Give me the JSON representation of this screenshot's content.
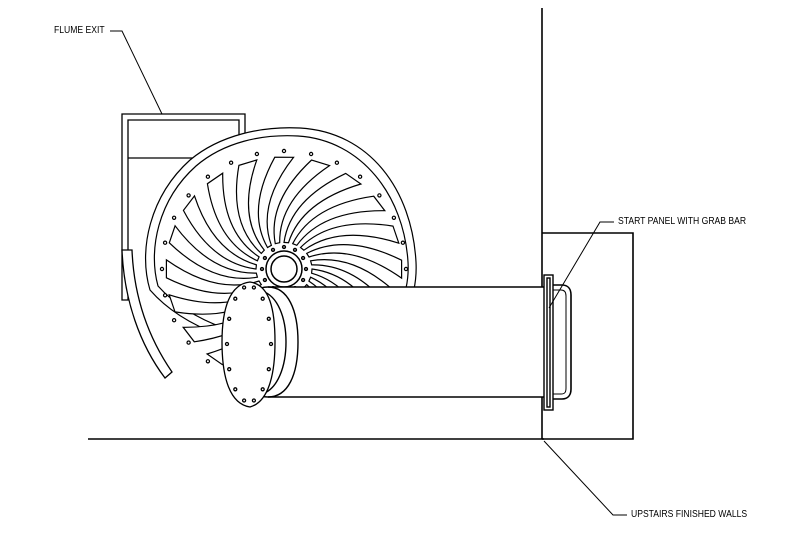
{
  "diagram": {
    "labels": {
      "flume_exit": "FLUME EXIT",
      "start_panel": "START PANEL WITH GRAB BAR",
      "upstairs_walls": "UPSTAIRS FINISHED WALLS"
    },
    "colors": {
      "line": "#000000",
      "fill": "#ffffff"
    }
  }
}
